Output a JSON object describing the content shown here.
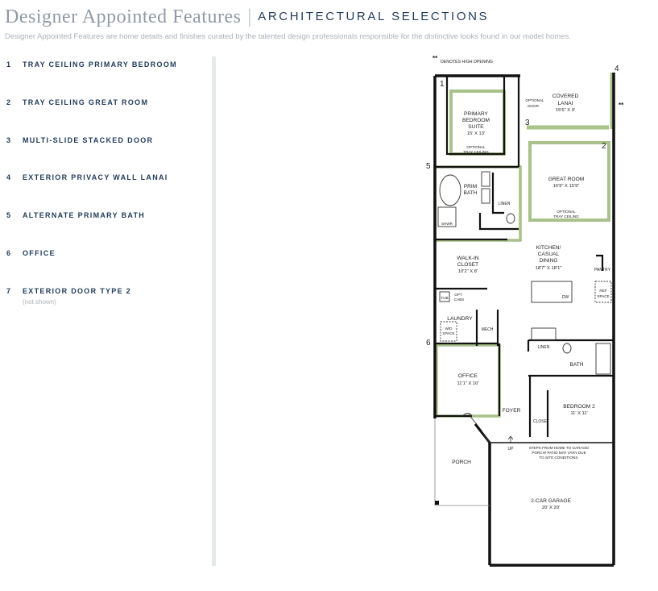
{
  "header": {
    "title": "Designer Appointed Features",
    "separator": "|",
    "subtitle": "ARCHITECTURAL SELECTIONS",
    "tagline": "Designer Appointed Features are home details and finishes curated by the talented design professionals responsible for the distinctive looks found in our model homes."
  },
  "features": [
    {
      "number": "1",
      "label": "TRAY CEILING PRIMARY BEDROOM",
      "note": ""
    },
    {
      "number": "2",
      "label": "TRAY CEILING GREAT ROOM",
      "note": ""
    },
    {
      "number": "3",
      "label": "MULTI-SLIDE STACKED DOOR",
      "note": ""
    },
    {
      "number": "4",
      "label": "EXTERIOR PRIVACY WALL LANAI",
      "note": ""
    },
    {
      "number": "5",
      "label": "ALTERNATE PRIMARY BATH",
      "note": ""
    },
    {
      "number": "6",
      "label": "OFFICE",
      "note": ""
    },
    {
      "number": "7",
      "label": "EXTERIOR DOOR TYPE 2",
      "note": "(not shown)"
    }
  ],
  "plan": {
    "legend": {
      "mark": "**",
      "text": "DENOTES HIGH OPENING"
    },
    "high_opening_mark": "**",
    "callouts": [
      "1",
      "2",
      "3",
      "4",
      "5",
      "6"
    ],
    "rooms": {
      "primary_bedroom": [
        "PRIMARY",
        "BEDROOM",
        "SUITE",
        "15' X 13'"
      ],
      "primary_tray": [
        "OPTIONAL",
        "TRAY CEILING"
      ],
      "optional_door": [
        "OPTIONAL",
        "DOOR"
      ],
      "covered_lanai": [
        "COVERED",
        "LANAI",
        "15'6\" X 9'"
      ],
      "great_room": [
        "GREAT ROOM",
        "16'9\" X 15'9\""
      ],
      "great_tray": [
        "OPTIONAL",
        "TRAY CEILING"
      ],
      "prim_bath": [
        "PRIM",
        "BATH"
      ],
      "linen_1": "LINEN",
      "shwr": "SHWR",
      "walk_in_closet": [
        "WALK-IN",
        "CLOSET",
        "10'2\" X 8'"
      ],
      "kitchen": [
        "KITCHEN/",
        "CASUAL",
        "DINING",
        "18'7\" X 18'1\""
      ],
      "pantry": "PANTRY",
      "ref_space": [
        "REF",
        "SPACE"
      ],
      "dw": "DW",
      "tub": "TUB",
      "opt_cabs": [
        "OPT",
        "CABS"
      ],
      "laundry": "LAUNDRY",
      "wd_space": [
        "W/D",
        "SPACE"
      ],
      "mech": "MECH",
      "linen_2": "LINEN",
      "bath": "BATH",
      "office": [
        "OFFICE",
        "11'1\" X 10'"
      ],
      "foyer": "FOYER",
      "bedroom2": [
        "BEDROOM 2",
        "11' X 11'"
      ],
      "closet": "CLOSET",
      "up": "UP",
      "steps_note": [
        "STEPS FROM HOME TO GARAGE/",
        "PORCH/ PATIO MAY VARY DUE",
        "TO SITE CONDITIONS."
      ],
      "porch": "PORCH",
      "garage": [
        "2-CAR GARAGE",
        "20' X 20'"
      ]
    }
  }
}
